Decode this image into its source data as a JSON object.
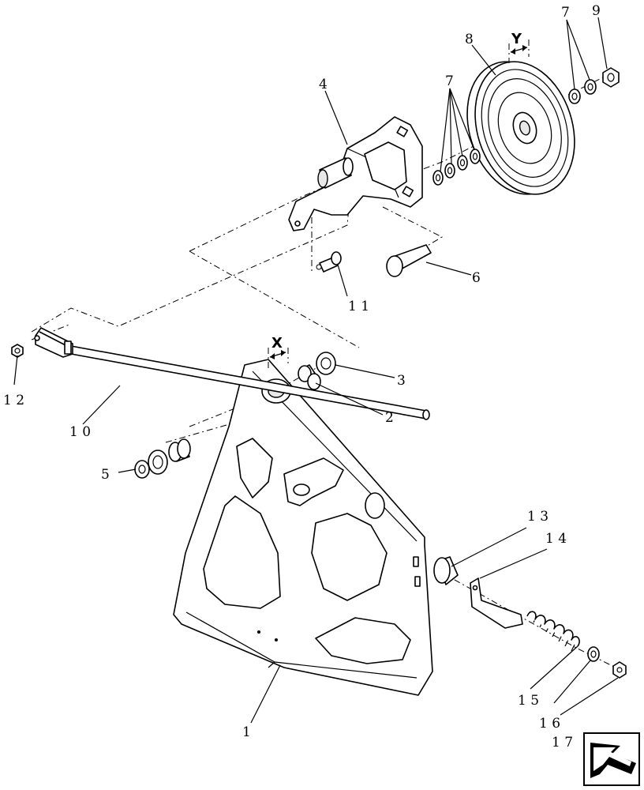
{
  "callouts": {
    "c1": "1",
    "c2": "2",
    "c3": "3",
    "c4": "4",
    "c5": "5",
    "c6": "6",
    "c7a": "7",
    "c7b": "7",
    "c8": "8",
    "c9": "9",
    "c10": "1 0",
    "c11": "1 1",
    "c12": "1 2",
    "c13": "1 3",
    "c14": "1 4",
    "c15": "1 5",
    "c16": "1 6",
    "c17": "1 7"
  },
  "axis_markers": {
    "x": "X",
    "y": "Y"
  }
}
